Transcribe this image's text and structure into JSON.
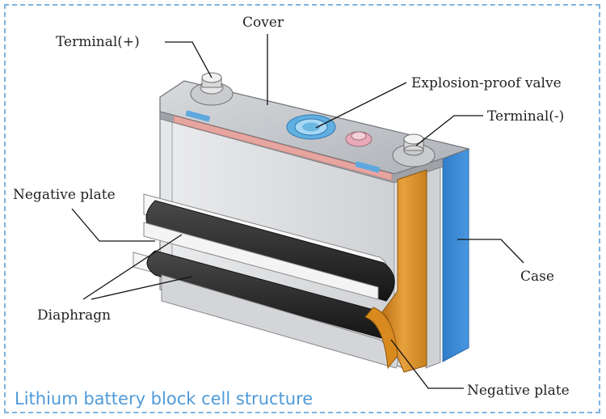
{
  "labels": {
    "terminal_pos": "Terminal(+)",
    "cover": "Cover",
    "valve": "Explosion-proof valve",
    "terminal_neg": "Terminal(-)",
    "negative_plate_left": "Negative plate",
    "case": "Case",
    "diaphragm": "Diaphragn",
    "negative_plate_bottom": "Negative plate"
  },
  "caption": "Lithium battery block cell structure",
  "colors": {
    "frame": "#7fb3e0",
    "caption": "#4f9ad8",
    "case_side": "#3a86d4",
    "tab_copper": "#d98a1e",
    "pink_seal": "#e7a5a0",
    "valve_blue": "#6bb8e3"
  }
}
